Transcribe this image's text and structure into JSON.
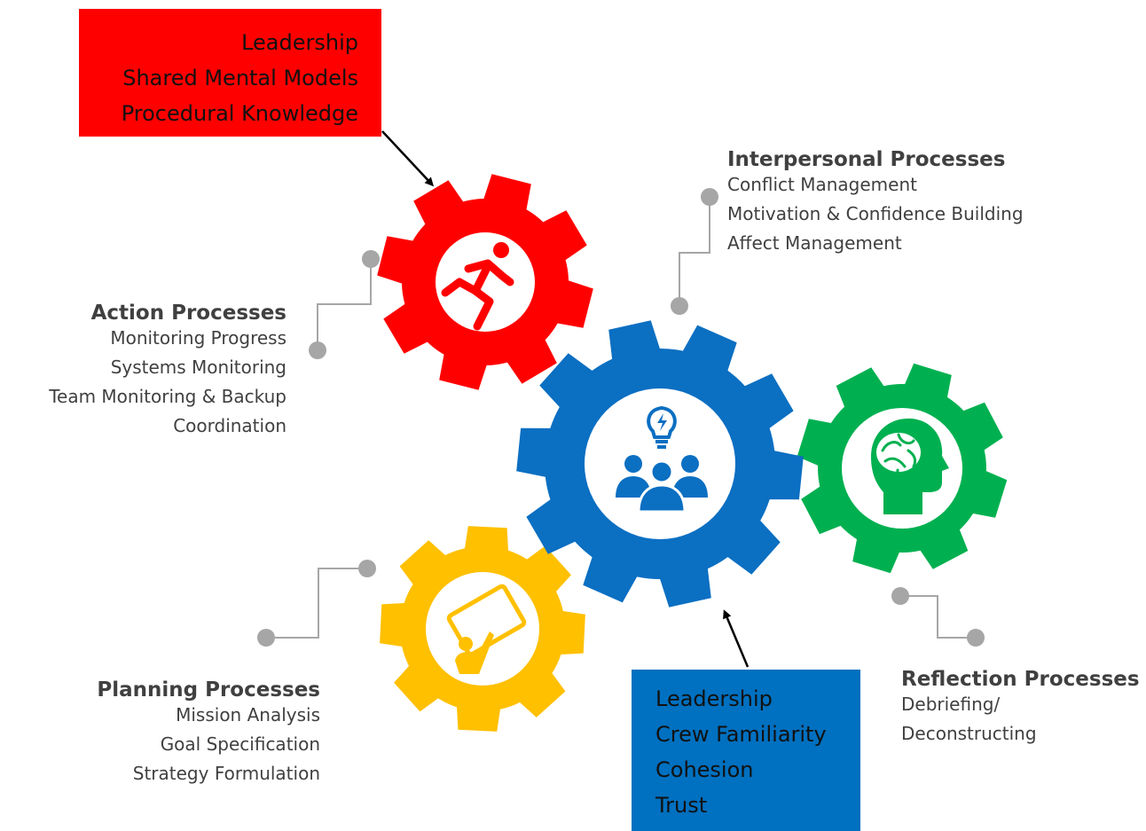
{
  "colors": {
    "red_gear": "#ff0000",
    "blue_gear": "#0b6fc2",
    "green_gear": "#00b050",
    "yellow_gear": "#ffc000",
    "red_box": "#fe0000",
    "blue_box": "#0070c0",
    "connector": "#a6a6a6",
    "text": "#404040"
  },
  "red_box": {
    "lines": [
      "Leadership",
      "Shared Mental Models",
      "Procedural Knowledge"
    ]
  },
  "blue_box": {
    "lines": [
      "Leadership",
      "Crew Familiarity",
      "Cohesion",
      "Trust"
    ]
  },
  "action": {
    "title": "Action Processes",
    "items": [
      "Monitoring Progress",
      "Systems Monitoring",
      "Team Monitoring & Backup",
      "Coordination"
    ]
  },
  "interpersonal": {
    "title": "Interpersonal Processes",
    "items": [
      "Conflict Management",
      "Motivation & Confidence Building",
      "Affect Management"
    ]
  },
  "planning": {
    "title": "Planning Processes",
    "items": [
      "Mission Analysis",
      "Goal Specification",
      "Strategy Formulation"
    ]
  },
  "reflection": {
    "title": "Reflection Processes",
    "items": [
      "Debriefing/",
      "Deconstructing"
    ]
  },
  "gear_icons": {
    "red": "running-person-icon",
    "blue": "team-lightbulb-icon",
    "green": "brain-head-icon",
    "yellow": "presentation-board-icon"
  }
}
